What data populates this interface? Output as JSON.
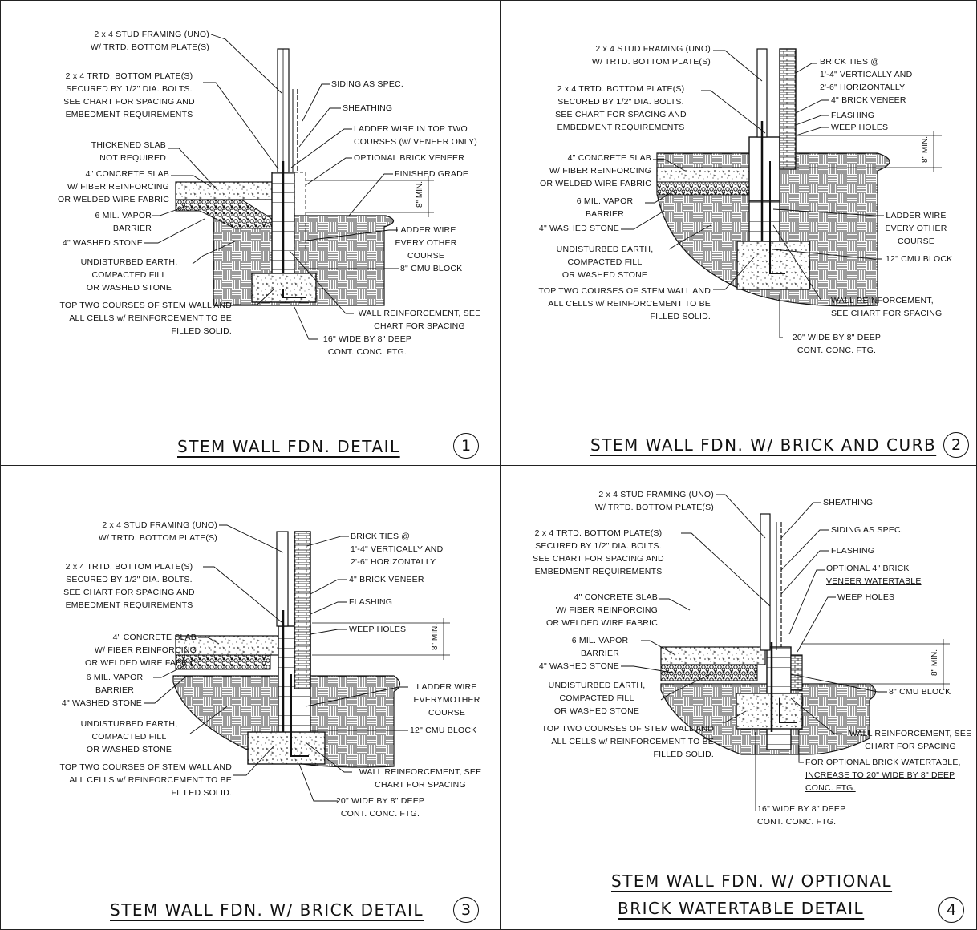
{
  "panels": [
    {
      "title": "STEM WALL FDN. DETAIL",
      "number": "1",
      "labels": {
        "framing": "2 x 4 STUD FRAMING (UNO)\nW/ TRTD. BOTTOM PLATE(S)",
        "bottom_plate": "2 x 4 TRTD. BOTTOM PLATE(S)\nSECURED BY 1/2\" DIA. BOLTS.\nSEE CHART FOR SPACING AND\nEMBEDMENT REQUIREMENTS",
        "thickened_slab": "THICKENED SLAB\nNOT REQUIRED",
        "concrete_slab": "4\" CONCRETE SLAB\nW/ FIBER REINFORCING\nOR WELDED WIRE FABRIC",
        "vapor_barrier": "6 MIL. VAPOR\nBARRIER",
        "washed_stone": "4\" WASHED STONE",
        "earth": "UNDISTURBED EARTH,\nCOMPACTED FILL\nOR WASHED STONE",
        "top_courses": "TOP TWO COURSES OF STEM WALL AND\nALL CELLS w/ REINFORCEMENT TO BE\nFILLED SOLID.",
        "siding": "SIDING AS SPEC.",
        "sheathing": "SHEATHING",
        "ladder_wire_top": "LADDER WIRE IN TOP TWO\nCOURSES (w/ VENEER ONLY)",
        "optional_brick": "OPTIONAL BRICK VENEER",
        "finished_grade": "FINISHED GRADE",
        "min_dim": "8\" MIN.",
        "ladder_wire": "LADDER WIRE\nEVERY OTHER\nCOURSE",
        "cmu": "8\" CMU BLOCK",
        "wall_reinf": "WALL REINFORCEMENT, SEE\nCHART FOR SPACING",
        "footing": "16\" WIDE BY 8\" DEEP\nCONT. CONC. FTG."
      }
    },
    {
      "title": "STEM WALL FDN. W/ BRICK AND CURB",
      "number": "2",
      "labels": {
        "framing": "2 x 4 STUD FRAMING (UNO)\nW/ TRTD. BOTTOM PLATE(S)",
        "bottom_plate": "2 x 4 TRTD. BOTTOM PLATE(S)\nSECURED BY 1/2\" DIA. BOLTS.\nSEE CHART FOR SPACING AND\nEMBEDMENT REQUIREMENTS",
        "concrete_slab": "4\" CONCRETE SLAB\nW/ FIBER REINFORCING\nOR WELDED WIRE FABRIC",
        "vapor_barrier": "6 MIL. VAPOR\nBARRIER",
        "washed_stone": "4\" WASHED STONE",
        "earth": "UNDISTURBED EARTH,\nCOMPACTED FILL\nOR WASHED STONE",
        "top_courses": "TOP TWO COURSES OF STEM WALL AND\nALL CELLS w/ REINFORCEMENT TO BE\nFILLED SOLID.",
        "brick_ties": "BRICK TIES @\n1'-4\" VERTICALLY AND\n2'-6\" HORIZONTALLY",
        "brick_veneer": "4\" BRICK VENEER",
        "flashing": "FLASHING",
        "weep_holes": "WEEP HOLES",
        "min_dim": "8\" MIN.",
        "ladder_wire": "LADDER WIRE\nEVERY OTHER\nCOURSE",
        "cmu": "12\" CMU BLOCK",
        "wall_reinf": "WALL REINFORCEMENT,\nSEE CHART FOR SPACING",
        "footing": "20\" WIDE BY 8\" DEEP\nCONT. CONC. FTG."
      }
    },
    {
      "title": "STEM WALL FDN. W/ BRICK DETAIL",
      "number": "3",
      "labels": {
        "framing": "2 x 4 STUD FRAMING (UNO)\nW/ TRTD. BOTTOM PLATE(S)",
        "bottom_plate": "2 x 4 TRTD. BOTTOM PLATE(S)\nSECURED BY 1/2\" DIA. BOLTS.\nSEE CHART FOR SPACING AND\nEMBEDMENT REQUIREMENTS",
        "concrete_slab": "4\" CONCRETE SLAB\nW/ FIBER REINFORCING\nOR WELDED WIRE FABRIC",
        "vapor_barrier": "6 MIL. VAPOR\nBARRIER",
        "washed_stone": "4\" WASHED STONE",
        "earth": "UNDISTURBED EARTH,\nCOMPACTED FILL\nOR WASHED STONE",
        "top_courses": "TOP TWO COURSES OF STEM WALL AND\nALL CELLS w/ REINFORCEMENT TO BE\nFILLED SOLID.",
        "brick_ties": "BRICK TIES @\n1'-4\" VERTICALLY AND\n2'-6\" HORIZONTALLY",
        "brick_veneer": "4\" BRICK VENEER",
        "flashing": "FLASHING",
        "weep_holes": "WEEP HOLES",
        "min_dim": "8\" MIN.",
        "ladder_wire": "LADDER WIRE\nEVERYMOTHER\nCOURSE",
        "cmu": "12\" CMU BLOCK",
        "wall_reinf": "WALL REINFORCEMENT, SEE\nCHART FOR SPACING",
        "footing": "20\" WIDE BY 8\" DEEP\nCONT. CONC. FTG."
      }
    },
    {
      "title_line1": "STEM WALL FDN. W/ OPTIONAL",
      "title_line2": "BRICK WATERTABLE DETAIL",
      "number": "4",
      "labels": {
        "framing": "2 x 4 STUD FRAMING (UNO)\nW/ TRTD. BOTTOM PLATE(S)",
        "bottom_plate": "2 x 4 TRTD. BOTTOM PLATE(S)\nSECURED BY 1/2\" DIA. BOLTS.\nSEE CHART FOR SPACING AND\nEMBEDMENT REQUIREMENTS",
        "concrete_slab": "4\" CONCRETE SLAB\nW/ FIBER REINFORCING\nOR WELDED WIRE FABRIC",
        "vapor_barrier": "6 MIL. VAPOR\nBARRIER",
        "washed_stone": "4\" WASHED STONE",
        "earth": "UNDISTURBED EARTH,\nCOMPACTED FILL\nOR WASHED STONE",
        "top_courses": "TOP TWO COURSES OF STEM WALL AND\nALL CELLS w/ REINFORCEMENT TO BE\nFILLED SOLID.",
        "sheathing": "SHEATHING",
        "siding": "SIDING AS SPEC.",
        "flashing": "FLASHING",
        "optional_brick": "OPTIONAL 4\" BRICK\nVENEER WATERTABLE",
        "weep_holes": "WEEP HOLES",
        "min_dim": "8\" MIN.",
        "cmu": "8\" CMU BLOCK",
        "wall_reinf": "WALL REINFORCEMENT, SEE\nCHART FOR SPACING",
        "optional_footing": "FOR OPTIONAL BRICK WATERTABLE,\nINCREASE TO 20\" WIDE BY 8\" DEEP\nCONC. FTG.",
        "footing": "16\" WIDE BY 8\" DEEP\nCONT. CONC. FTG."
      }
    }
  ]
}
